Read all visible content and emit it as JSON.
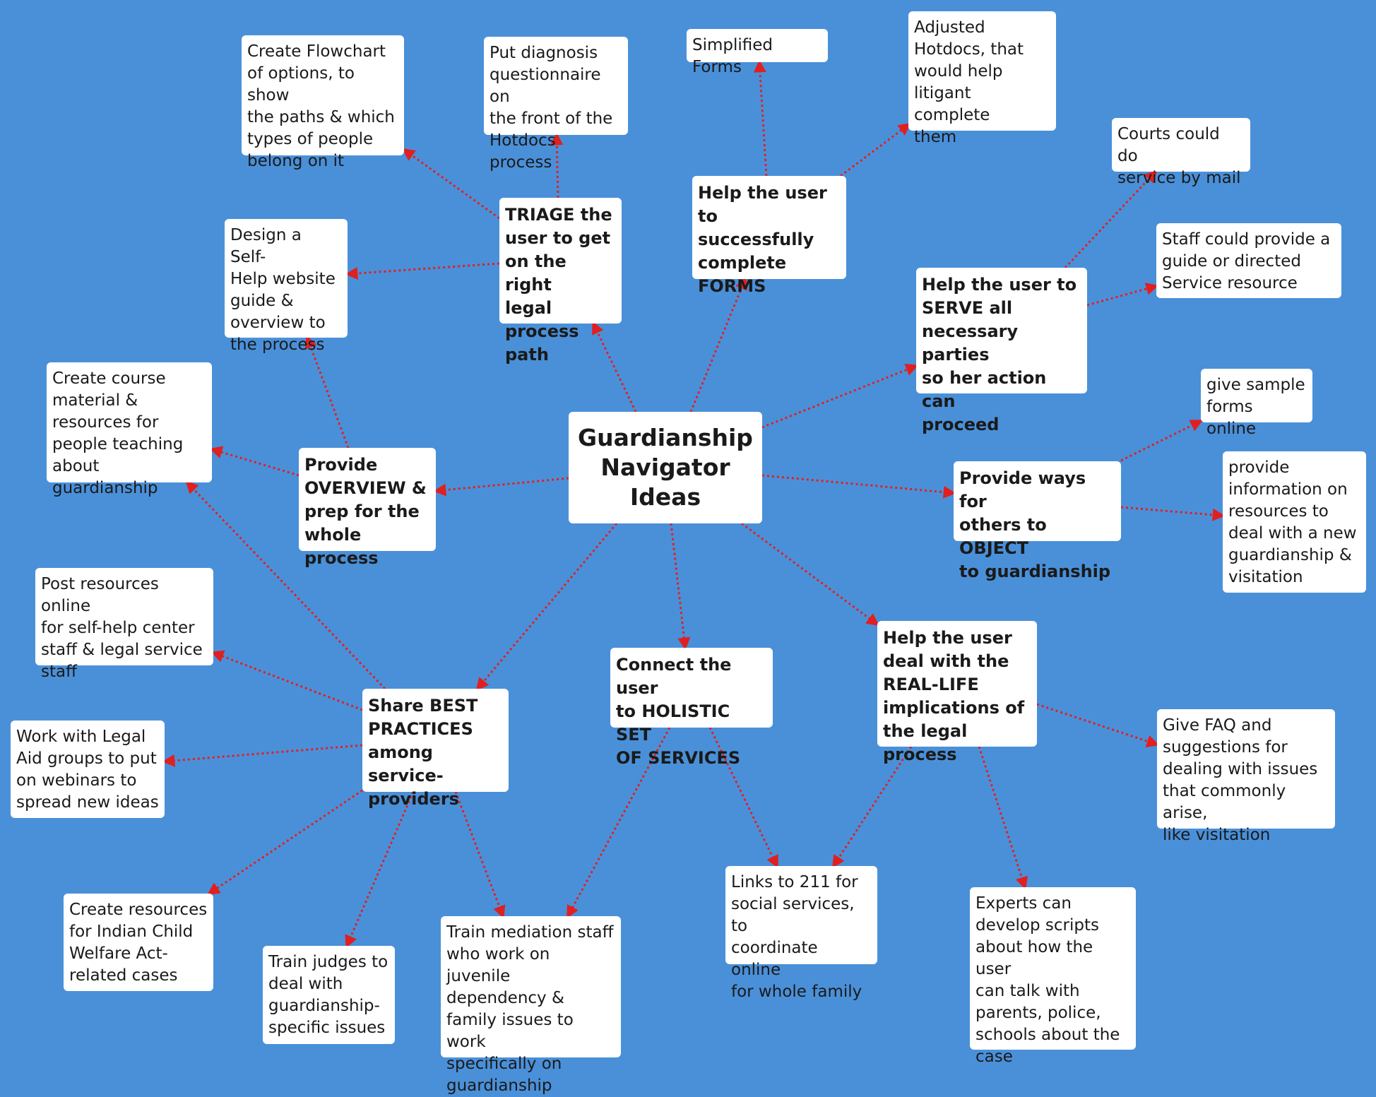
{
  "colors": {
    "background": "#4a90d9",
    "node": "#ffffff",
    "arrow": "#e02020"
  },
  "center": {
    "label": "Guardianship\nNavigator\nIdeas"
  },
  "branches": {
    "triage": "TRIAGE the\nuser to get\non the right\nlegal\nprocess path",
    "forms": "Help the user to\nsuccessfully\ncomplete\nFORMS",
    "serve": "Help the user to\nSERVE all\nnecessary parties\nso her action can\nproceed",
    "object": "Provide ways for\nothers to OBJECT\nto guardianship",
    "reallife": "Help the user\ndeal with the\nREAL-LIFE\nimplications of\nthe legal process",
    "holistic": "Connect the user\nto HOLISTIC SET\nOF SERVICES",
    "best": "Share BEST\nPRACTICES\namong service-\nproviders",
    "overview": "Provide\nOVERVIEW &\nprep for the\nwhole process"
  },
  "leaves": {
    "flowchart": "Create Flowchart\nof options, to show\nthe paths & which\ntypes of people\nbelong on it",
    "diagnosis": "Put diagnosis\nquestionnaire on\nthe front of the\nHotdocs process",
    "simplified": "Simplified Forms",
    "hotdocs": "Adjusted\nHotdocs, that\nwould help\nlitigant complete\nthem",
    "mail": "Courts could do\nservice by mail",
    "staff_guide": "Staff could provide a\nguide or directed\nService resource",
    "sample": "give sample\nforms online",
    "provide_info": "provide\ninformation on\nresources to\ndeal with a new\nguardianship &\nvisitation",
    "faq": "Give FAQ and\nsuggestions for\ndealing with issues\nthat commonly arise,\nlike visitation",
    "experts": "Experts can\ndevelop scripts\nabout how the user\ncan talk with\nparents, police,\nschools about the\ncase",
    "links211": "Links to 211 for\nsocial services, to\ncoordinate online\nfor whole family",
    "mediation": "Train mediation staff\nwho work on juvenile\ndependency &\nfamily issues to work\nspecifically on\nguardianship",
    "judges": "Train judges to\ndeal with\nguardianship-\nspecific issues",
    "indian": "Create resources\nfor Indian Child\nWelfare Act-\nrelated cases",
    "legal_aid": "Work with Legal\nAid groups to put\non webinars to\nspread new ideas",
    "post_resources": "Post resources online\nfor self-help center\nstaff & legal service\nstaff",
    "course": "Create course\nmaterial &\nresources for\npeople teaching\nabout guardianship",
    "selfhelp": "Design a Self-\nHelp website\nguide &\noverview to\nthe process"
  }
}
